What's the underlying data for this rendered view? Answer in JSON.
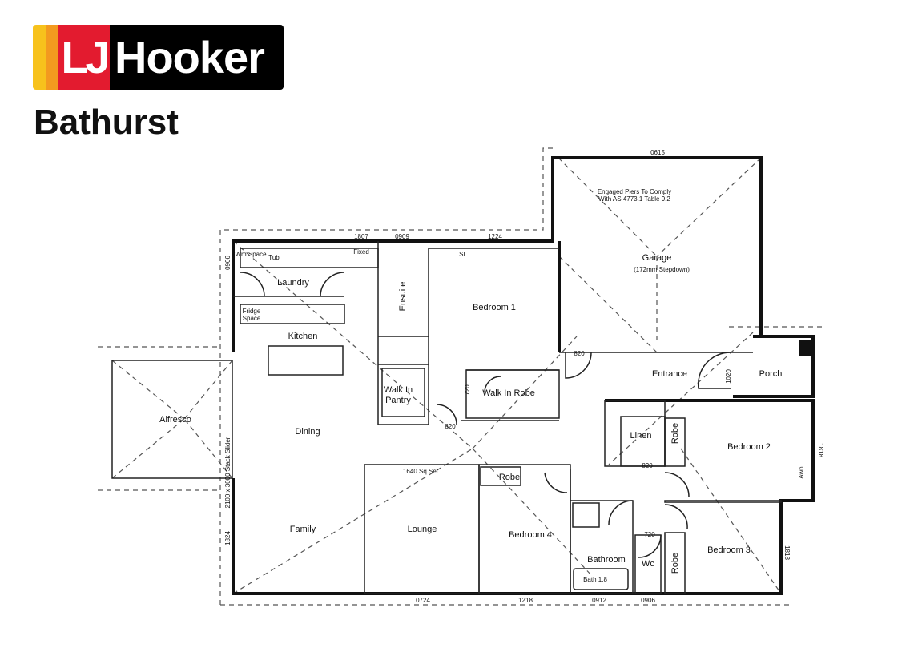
{
  "brand": {
    "logo_initials": "LJ",
    "logo_name": "Hooker",
    "office": "Bathurst",
    "colors": {
      "yellow": "#f7c21c",
      "orange": "#f39a1f",
      "red": "#e31b2f",
      "black": "#000000"
    }
  },
  "rooms": {
    "garage": "Garage",
    "garage_note": "(172mm Stepdown)",
    "laundry": "Laundry",
    "kitchen": "Kitchen",
    "ensuite": "Ensuite",
    "bedroom1": "Bedroom 1",
    "walk_in_pantry_1": "Walk In",
    "walk_in_pantry_2": "Pantry",
    "walk_in_robe": "Walk In Robe",
    "entrance": "Entrance",
    "porch": "Porch",
    "alfresco": "Alfresco",
    "dining": "Dining",
    "family": "Family",
    "lounge": "Lounge",
    "linen": "Linen",
    "robe_b2": "Robe",
    "bedroom2": "Bedroom 2",
    "robe_b4": "Robe",
    "bedroom4": "Bedroom 4",
    "bathroom": "Bathroom",
    "wc": "Wc",
    "robe_b3": "Robe",
    "bedroom3": "Bedroom 3"
  },
  "fixtures": {
    "wm_space": "Wm Space",
    "tub": "Tub",
    "fridge_space_1": "Fridge",
    "fridge_space_2": "Space",
    "bath": "Bath 1.8",
    "fixed": "Fixed"
  },
  "notes": {
    "piers_1": "Engaged Piers To Comply",
    "piers_2": "With AS 4773.1 Table 9.2",
    "slider": "2100 x 3000 Stack Slider",
    "sqset": "1640 Sq.Set",
    "sl": "SL",
    "awn": "Awn"
  },
  "dimensions": {
    "w0615": "0615",
    "w1807": "1807",
    "w0909": "0909",
    "w1224": "1224",
    "w0906_left": "0906",
    "w0724": "0724",
    "w1218": "1218",
    "w0912": "0912",
    "w0906_bottom": "0906",
    "w1818": "1818",
    "w1824": "1824",
    "w1818_b3": "1818",
    "d820": "820",
    "d720": "720",
    "d1020": "1020"
  }
}
